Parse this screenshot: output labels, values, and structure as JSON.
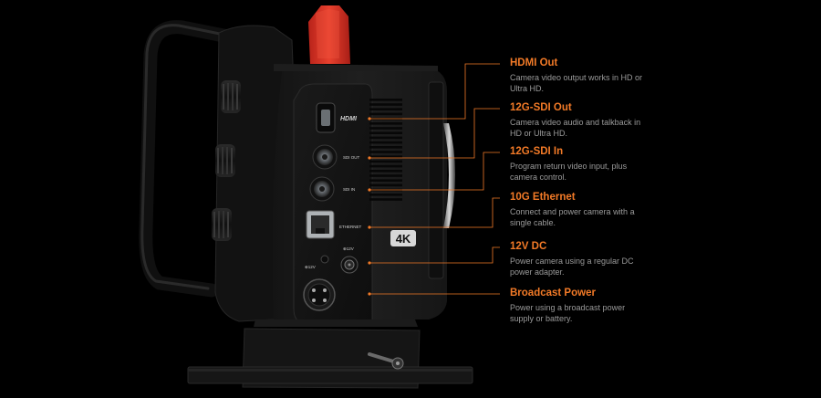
{
  "camera": {
    "port_labels": {
      "hdmi": "HDMI",
      "sdi_out": "SDI OUT",
      "sdi_in": "SDI IN",
      "ethernet": "ETHERNET",
      "dc_12v": "⊕12V",
      "bcast_12v": "⊕12V",
      "badge_4k": "4K"
    }
  },
  "callouts": [
    {
      "title": "HDMI Out",
      "description": "Camera video output works in HD or Ultra HD."
    },
    {
      "title": "12G-SDI Out",
      "description": "Camera video audio and talkback in HD or Ultra HD."
    },
    {
      "title": "12G-SDI In",
      "description": "Program return video input, plus camera control."
    },
    {
      "title": "10G Ethernet",
      "description": "Connect and power camera with a single cable."
    },
    {
      "title": "12V DC",
      "description": "Power camera using a regular DC power adapter."
    },
    {
      "title": "Broadcast Power",
      "description": "Power using a broadcast power supply or battery."
    }
  ],
  "colors": {
    "accent": "#f27a27",
    "background": "#000000",
    "body": "#1c1c1c",
    "description_text": "#9a9a9a"
  }
}
